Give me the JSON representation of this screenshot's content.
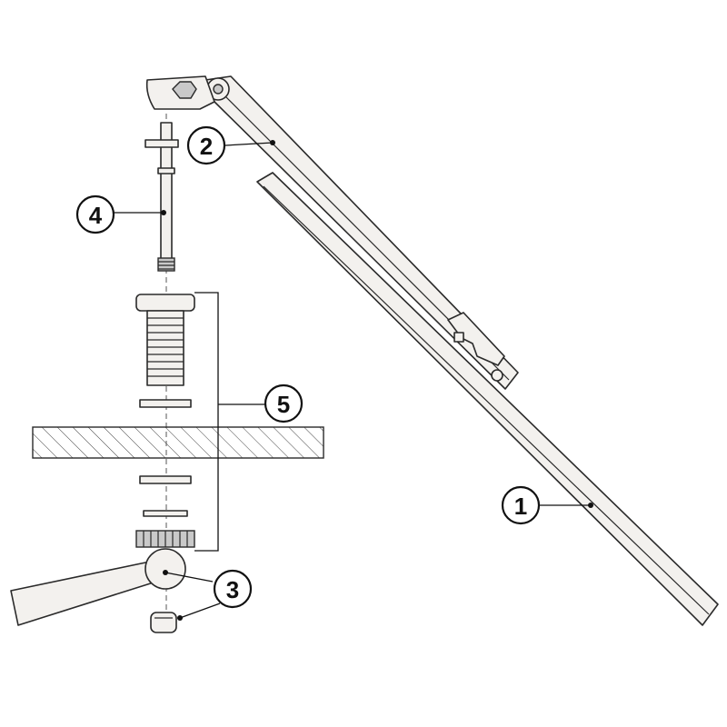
{
  "callouts": [
    {
      "id": "1",
      "label": "1"
    },
    {
      "id": "2",
      "label": "2"
    },
    {
      "id": "3",
      "label": "3"
    },
    {
      "id": "4",
      "label": "4"
    },
    {
      "id": "5",
      "label": "5"
    }
  ],
  "colors": {
    "line": "#2a2a2a",
    "fill": "#f3f1ee",
    "background": "#ffffff"
  }
}
